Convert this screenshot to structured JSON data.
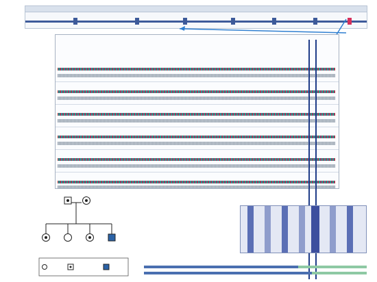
{
  "figure": {
    "panel_a": {
      "panel_label": "",
      "track_title": "",
      "variant_label": "",
      "rows": [
        {
          "label": "",
          "genotype": ""
        },
        {
          "label": "",
          "genotype": ""
        },
        {
          "label": "",
          "genotype": ""
        },
        {
          "label": "",
          "genotype": ""
        },
        {
          "label": "",
          "genotype": ""
        },
        {
          "label": "",
          "genotype": ""
        }
      ]
    },
    "panel_b": {
      "panel_label": "",
      "gen1": [
        {
          "id": "",
          "genotype": "",
          "sex": "male",
          "status": "carrier"
        },
        {
          "id": "",
          "genotype": "",
          "sex": "female",
          "status": "carrier"
        }
      ],
      "gen2": [
        {
          "id": "",
          "genotype": "",
          "sex": "female",
          "status": "carrier"
        },
        {
          "id": "",
          "genotype": "",
          "sex": "female",
          "status": "unaffected"
        },
        {
          "id": "",
          "genotype": "",
          "sex": "female",
          "status": "carrier"
        },
        {
          "id": "",
          "genotype": "",
          "sex": "male",
          "status": "affected"
        }
      ],
      "key": [
        {
          "label": ""
        },
        {
          "label": ""
        },
        {
          "label": ""
        }
      ]
    },
    "panel_c": {
      "panel_label": "",
      "orthologues_title": "",
      "species": [
        "",
        "",
        "",
        "",
        "",
        "",
        "",
        "",
        "",
        "",
        "",
        ""
      ],
      "variant_label": "",
      "domains_title": "",
      "domain_family": "",
      "domains": [
        {
          "label": ""
        },
        {
          "label": ""
        }
      ]
    }
  }
}
